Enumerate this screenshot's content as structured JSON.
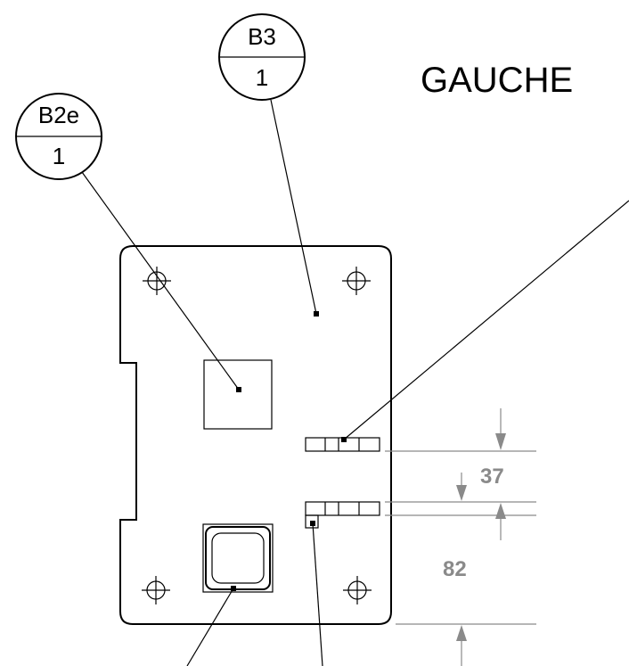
{
  "view_title": "GAUCHE",
  "balloons": [
    {
      "top": "B2e",
      "bottom": "1"
    },
    {
      "top": "B3",
      "bottom": "1"
    }
  ],
  "dimensions": [
    {
      "value": "37"
    },
    {
      "value": "82"
    }
  ]
}
